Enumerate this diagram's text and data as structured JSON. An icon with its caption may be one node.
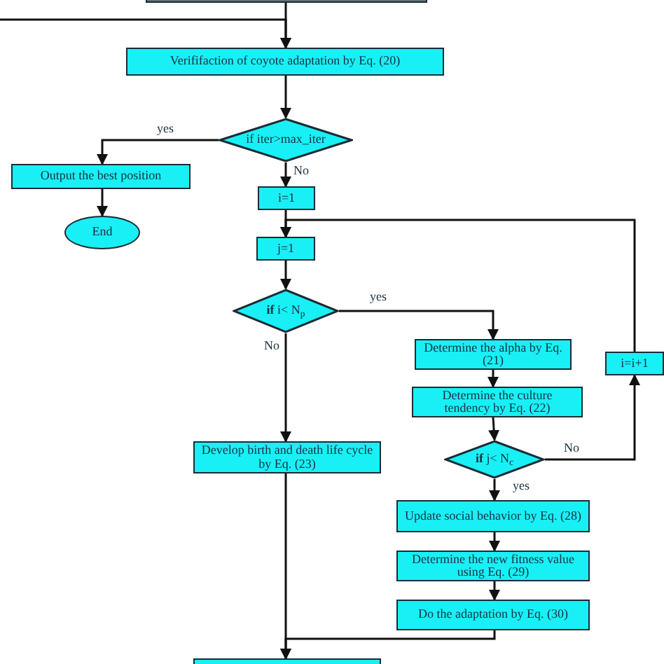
{
  "diagram": {
    "nodes": [
      {
        "text": [],
        "shape": "box"
      },
      {
        "text": [
          "Verififaction of coyote adaptation by Eq. (20)"
        ]
      },
      {
        "text": [
          "if iter>max_iter"
        ]
      },
      {
        "text": [
          "Output the best position"
        ]
      },
      {
        "text": [
          "End"
        ]
      },
      {
        "text": [
          "i=1"
        ]
      },
      {
        "text": [
          "j=1"
        ]
      },
      {
        "text": [
          "**if** i< N$_{p}$"
        ]
      },
      {
        "text": [
          "Determine the alpha by Eq. (21)"
        ]
      },
      {
        "text": [
          "Determine the culture tendency by Eq. (22)"
        ]
      },
      {
        "text": [
          "i=i+1"
        ]
      },
      {
        "text": [
          "Develop birth and death life cycle by Eq. (23)"
        ]
      },
      {
        "text": [
          "**if** j< N$_{c}$"
        ]
      },
      {
        "text": [
          "Update social behavior by Eq. (28)"
        ]
      },
      {
        "text": [
          "Determine the new fitness value  using Eq. (29)"
        ]
      },
      {
        "text": [
          "Do the adaptation by Eq. (30)"
        ]
      },
      {
        "text": [],
        "shape": "box"
      }
    ],
    "edges": [
      {
        "from": 0,
        "to": 1,
        "arrow": "to"
      },
      {
        "from": null,
        "to": 1,
        "arrow": "to"
      },
      {
        "from": 1,
        "to": 2,
        "arrow": "to"
      },
      {
        "from": 2,
        "to": 3,
        "arrow": "to",
        "label": "yes"
      },
      {
        "from": 3,
        "to": 4,
        "arrow": "to"
      },
      {
        "from": 2,
        "to": 5,
        "arrow": "to",
        "label": "No"
      },
      {
        "from": 5,
        "to": 6,
        "arrow": "to"
      },
      {
        "from": 10,
        "to": 6,
        "arrow": "to"
      },
      {
        "from": 6,
        "to": 7,
        "arrow": "to"
      },
      {
        "from": 7,
        "to": 8,
        "arrow": "to",
        "label": "yes"
      },
      {
        "from": 8,
        "to": 9,
        "arrow": "to"
      },
      {
        "from": 9,
        "to": 12,
        "arrow": "to"
      },
      {
        "from": 12,
        "to": 10,
        "arrow": "to",
        "label": "No"
      },
      {
        "from": 12,
        "to": 13,
        "arrow": "to",
        "label": "yes"
      },
      {
        "from": 13,
        "to": 14,
        "arrow": "to"
      },
      {
        "from": 14,
        "to": 15,
        "arrow": "to"
      },
      {
        "from": 7,
        "to": 11,
        "arrow": "to",
        "label": "No"
      },
      {
        "from": 11,
        "to": 16,
        "arrow": "to"
      },
      {
        "from": 15,
        "to": 16,
        "arrow": "to"
      }
    ]
  }
}
